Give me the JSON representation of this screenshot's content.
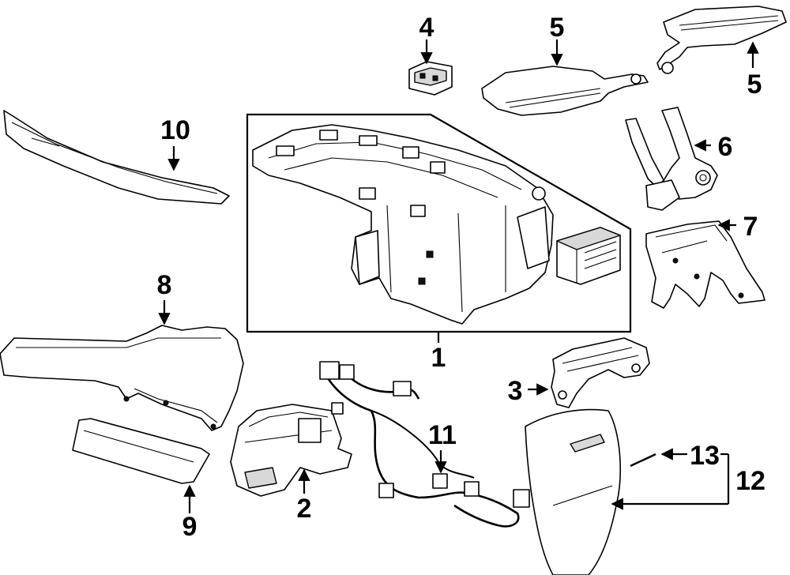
{
  "diagram": {
    "callouts": {
      "c1": "1",
      "c2": "2",
      "c3": "3",
      "c4": "4",
      "c5a": "5",
      "c5b": "5",
      "c6": "6",
      "c7": "7",
      "c8": "8",
      "c9": "9",
      "c10": "10",
      "c11": "11",
      "c12": "12",
      "c13": "13"
    },
    "icons": {
      "arrowhead": "arrowhead-icon"
    }
  }
}
